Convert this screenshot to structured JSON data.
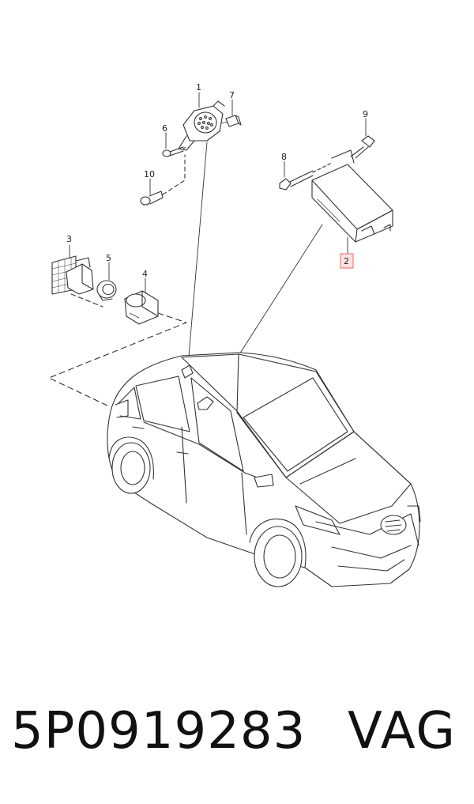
{
  "diagram": {
    "callouts": {
      "c1": "1",
      "c2": "2",
      "c3": "3",
      "c4": "4",
      "c5": "5",
      "c6": "6",
      "c7": "7",
      "c8": "8",
      "c9": "9",
      "c10": "10"
    },
    "highlight_color": "#e05a5a",
    "line_color": "#333333"
  },
  "footer": {
    "part_number": "5P0919283",
    "brand": "VAG"
  }
}
